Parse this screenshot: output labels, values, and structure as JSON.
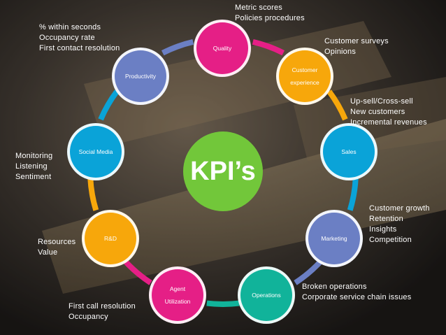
{
  "center": {
    "label": "KPI’s"
  },
  "nodes": [
    {
      "key": "quality",
      "lines": [
        "Quality"
      ],
      "color": "#e51f86"
    },
    {
      "key": "customer-experience",
      "lines": [
        "Customer",
        "experience"
      ],
      "color": "#f7a70b"
    },
    {
      "key": "sales",
      "lines": [
        "Sales"
      ],
      "color": "#0aa3d8"
    },
    {
      "key": "marketing",
      "lines": [
        "Marketing"
      ],
      "color": "#6b7fc4"
    },
    {
      "key": "operations",
      "lines": [
        "Operations"
      ],
      "color": "#11b39a"
    },
    {
      "key": "agent-utilization",
      "lines": [
        "Agent",
        "Utilization"
      ],
      "color": "#e51f86"
    },
    {
      "key": "rnd",
      "lines": [
        "R&D"
      ],
      "color": "#f7a70b"
    },
    {
      "key": "social-media",
      "lines": [
        "Social Media"
      ],
      "color": "#0aa3d8"
    },
    {
      "key": "productivity",
      "lines": [
        "Productivity"
      ],
      "color": "#6b7fc4"
    }
  ],
  "descriptions": {
    "quality": [
      "Metric scores",
      "Policies procedures"
    ],
    "customer_experience": [
      "Customer surveys",
      "Opinions"
    ],
    "sales": [
      "Up-sell/Cross-sell",
      "New customers",
      "Incremental revenues"
    ],
    "marketing": [
      "Customer growth",
      "Retention",
      "Insights",
      "Competition"
    ],
    "operations": [
      "Broken operations",
      "Corporate service chain issues"
    ],
    "agent_utilization": [
      "First call resolution",
      "Occupancy"
    ],
    "rnd": [
      "Resources",
      "Value"
    ],
    "social_media": [
      "Monitoring",
      "Listening",
      "Sentiment"
    ],
    "productivity": [
      "% within seconds",
      "Occupancy rate",
      "First  contact resolution"
    ]
  },
  "ring_colors": [
    "#e51f86",
    "#f7a70b",
    "#0aa3d8",
    "#6b7fc4",
    "#11b39a"
  ]
}
